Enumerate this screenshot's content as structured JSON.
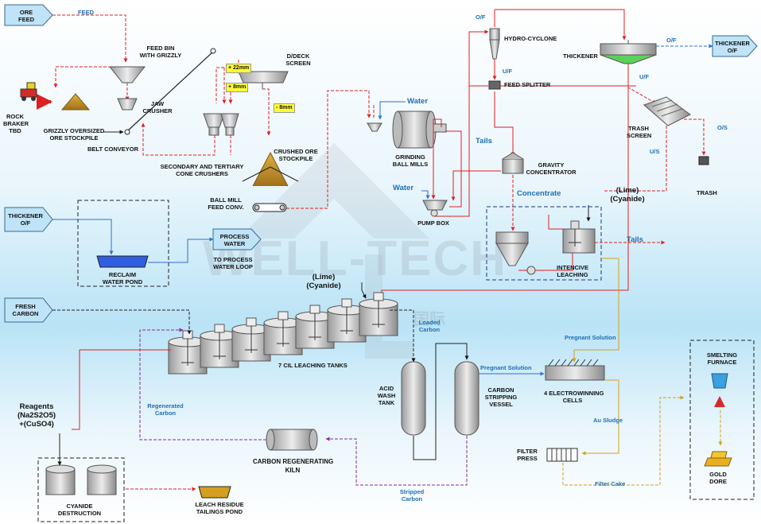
{
  "inputs": {
    "ore_feed": "ORE\nFEED",
    "thickener_of_in": "THICKENER\nO/F",
    "fresh_carbon": "FRESH\nCARBON",
    "process_water": "PROCESS\nWATER",
    "thickener_of_out": "THICKENER\nO/F"
  },
  "labels": {
    "feed": "FEED",
    "feed_bin": "FEED BIN\nWITH GRIZZLY",
    "rock_braker": "ROCK\nBRAKER\nTBD",
    "grizzly_oversized": "GRIZZLY OVERSIZED\nORE STOCKPILE",
    "jaw_crusher": "JAW\nCRUSHER",
    "belt_conveyor": "BELT CONVEYOR",
    "ddeck_screen": "D/DECK\nSCREEN",
    "plus22": "+ 22mm",
    "plus8": "+ 8mm",
    "minus8": "- 8mm",
    "cone_crushers": "SECONDARY AND TERTIARY\nCONE CRUSHERS",
    "crushed_ore": "CRUSHED ORE\nSTOCKPILE",
    "ball_mill_conv": "BALL MILL\nFEED CONV.",
    "water1": "Water",
    "water2": "Water",
    "grinding": "GRINDING\nBALL MILLS",
    "pump_box": "PUMP BOX",
    "tails1": "Tails",
    "tails2": "Tails",
    "gravity": "GRAVITY\nCONCENTRATOR",
    "concentrate": "Concentrate",
    "hydrocyclone": "HYDRO-CYCLONE",
    "of1": "O/F",
    "of2": "O/F",
    "uf1": "U/F",
    "uf2": "U/F",
    "feed_splitter": "FEED SPLITTER",
    "thickener": "THICKENER",
    "trash_screen": "TRASH\nSCREEN",
    "os": "O/S",
    "us": "U/S",
    "trash": "TRASH",
    "lime_cyanide1": "(Lime)\n(Cyanide)",
    "lime_cyanide2": "(Lime)\n(Cyanide)",
    "intensive": "INTENCIVE\nLEACHING",
    "reclaim": "RECLAIM\nWATER POND",
    "to_process": "TO PROCESS\nWATER LOOP",
    "cil_tanks": "7 CIL  LEACHING TANKS",
    "loaded_carbon": "Loaded\nCarbon",
    "acid_wash": "ACID\nWASH\nTANK",
    "carbon_stripping": "CARBON\nSTRIPPING\nVESSEL",
    "pregnant1": "Pregnant Solution",
    "pregnant2": "Pregnant Solution",
    "electrowinning": "4 ELECTROWINNING\nCELLS",
    "au_sludge": "Au Sludge",
    "filter_press": "FILTER\nPRESS",
    "filter_cake": "Filter Cake",
    "smelting": "SMELTING\nFURNACE",
    "gold_dore": "GOLD\nDORE",
    "regenerated": "Regenerated\nCarbon",
    "kiln": "CARBON REGENERATING\nKILN",
    "stripped": "Stripped\nCarbon",
    "reagents": "Reagents\n(Na2S2O5)\n+(CuSO4)",
    "cyanide_destruction": "CYANIDE\nDESTRUCTION",
    "leach_residue": "LEACH RESIDUE\nTAILINGS POND"
  },
  "watermark": {
    "main": "WELL-TECH",
    "sub": "国际"
  },
  "colors": {
    "flow_red": "#e02020",
    "flow_black": "#111111",
    "flow_blue": "#2f6fd0",
    "flow_purple": "#8a2a9a",
    "flow_gold": "#d4a020",
    "arrow_fill": "#bfe3f7"
  }
}
